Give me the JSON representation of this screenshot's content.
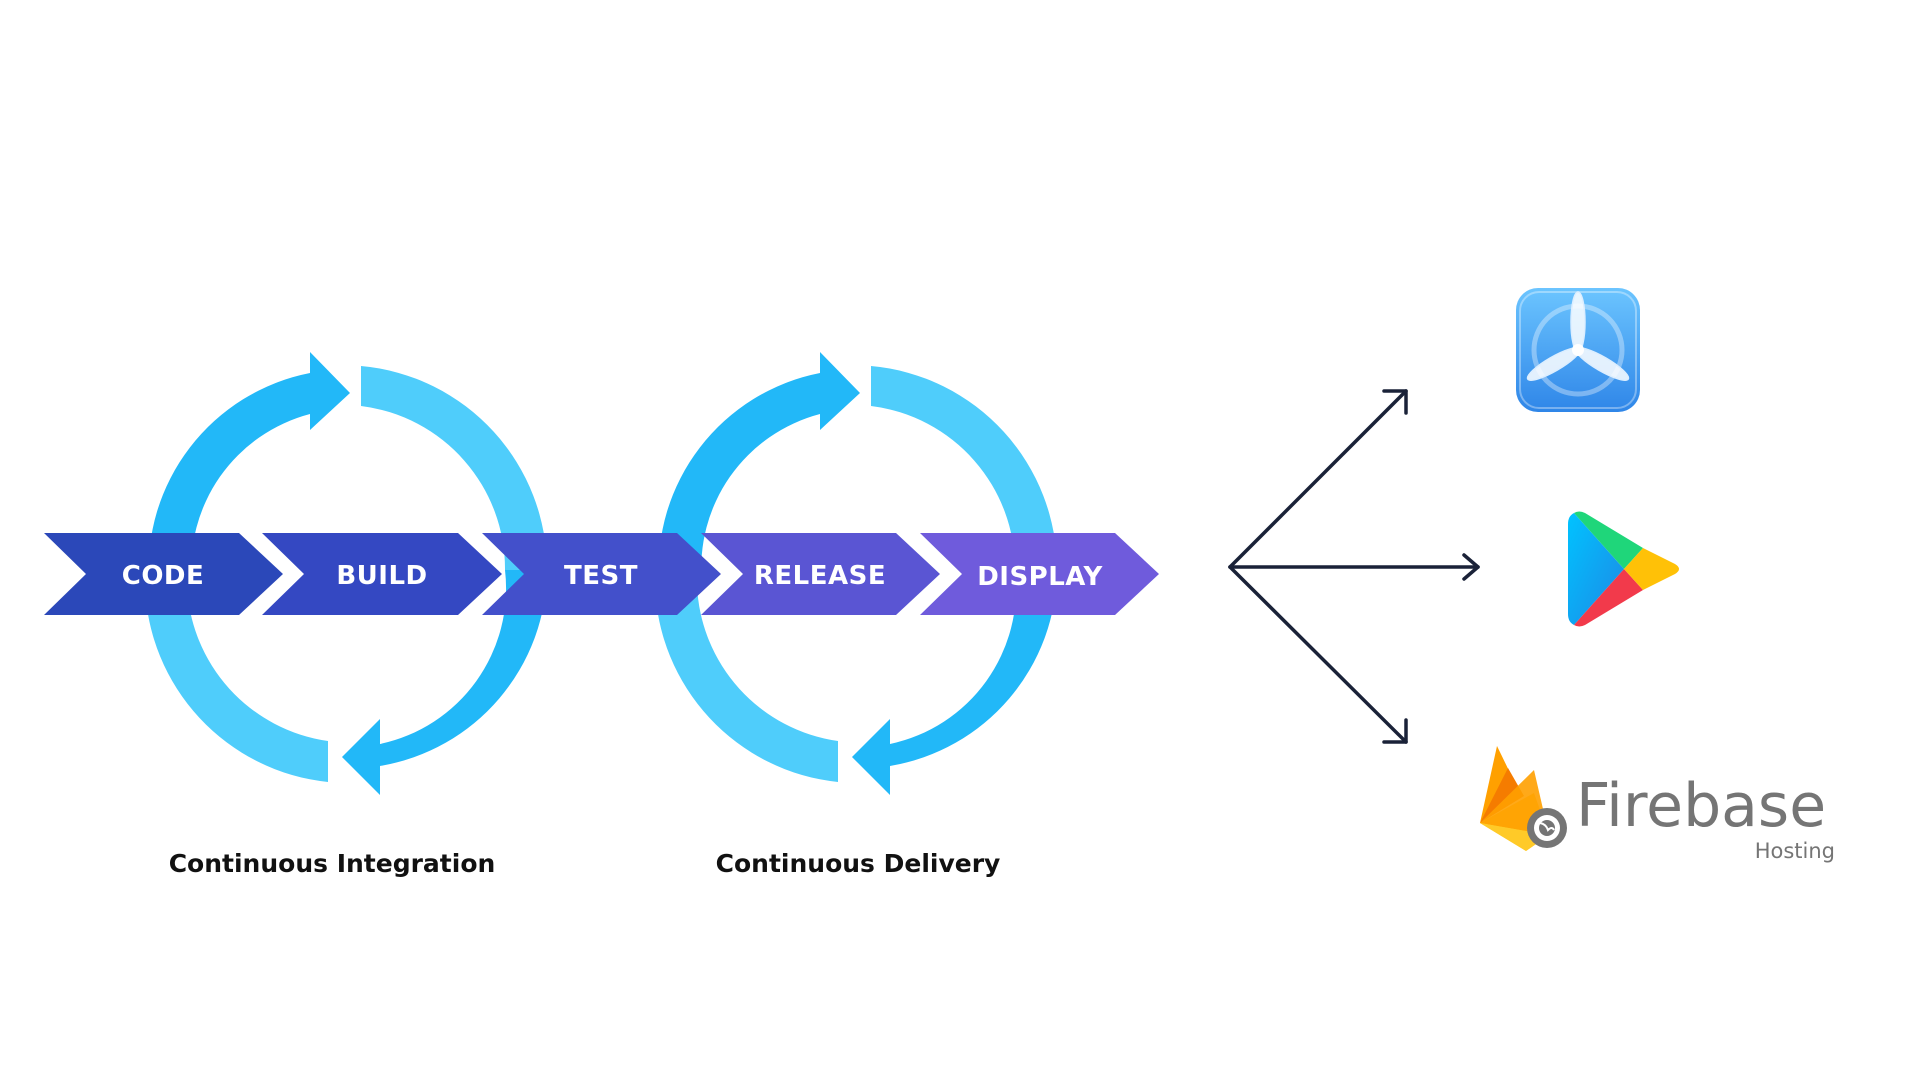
{
  "stages": [
    {
      "label": "CODE",
      "color": "#2b48b9"
    },
    {
      "label": "BUILD",
      "color": "#3448c2"
    },
    {
      "label": "TEST",
      "color": "#4350cb"
    },
    {
      "label": "RELEASE",
      "color": "#5a55d3"
    },
    {
      "label": "DISPLAY",
      "color": "#6f5bdc"
    }
  ],
  "loops": [
    {
      "caption": "Continuous Integration",
      "arrow_color": "#22b8f8",
      "arrow_color_light": "#4fcdfb"
    },
    {
      "caption": "Continuous Delivery",
      "arrow_color": "#22b8f8",
      "arrow_color_light": "#4fcdfb"
    }
  ],
  "targets": [
    {
      "icon": "testflight-icon"
    },
    {
      "icon": "google-play-icon"
    },
    {
      "icon": "firebase-hosting-logo",
      "brand": "Firebase",
      "subtitle": "Hosting"
    }
  ],
  "connector_color": "#1a2238"
}
